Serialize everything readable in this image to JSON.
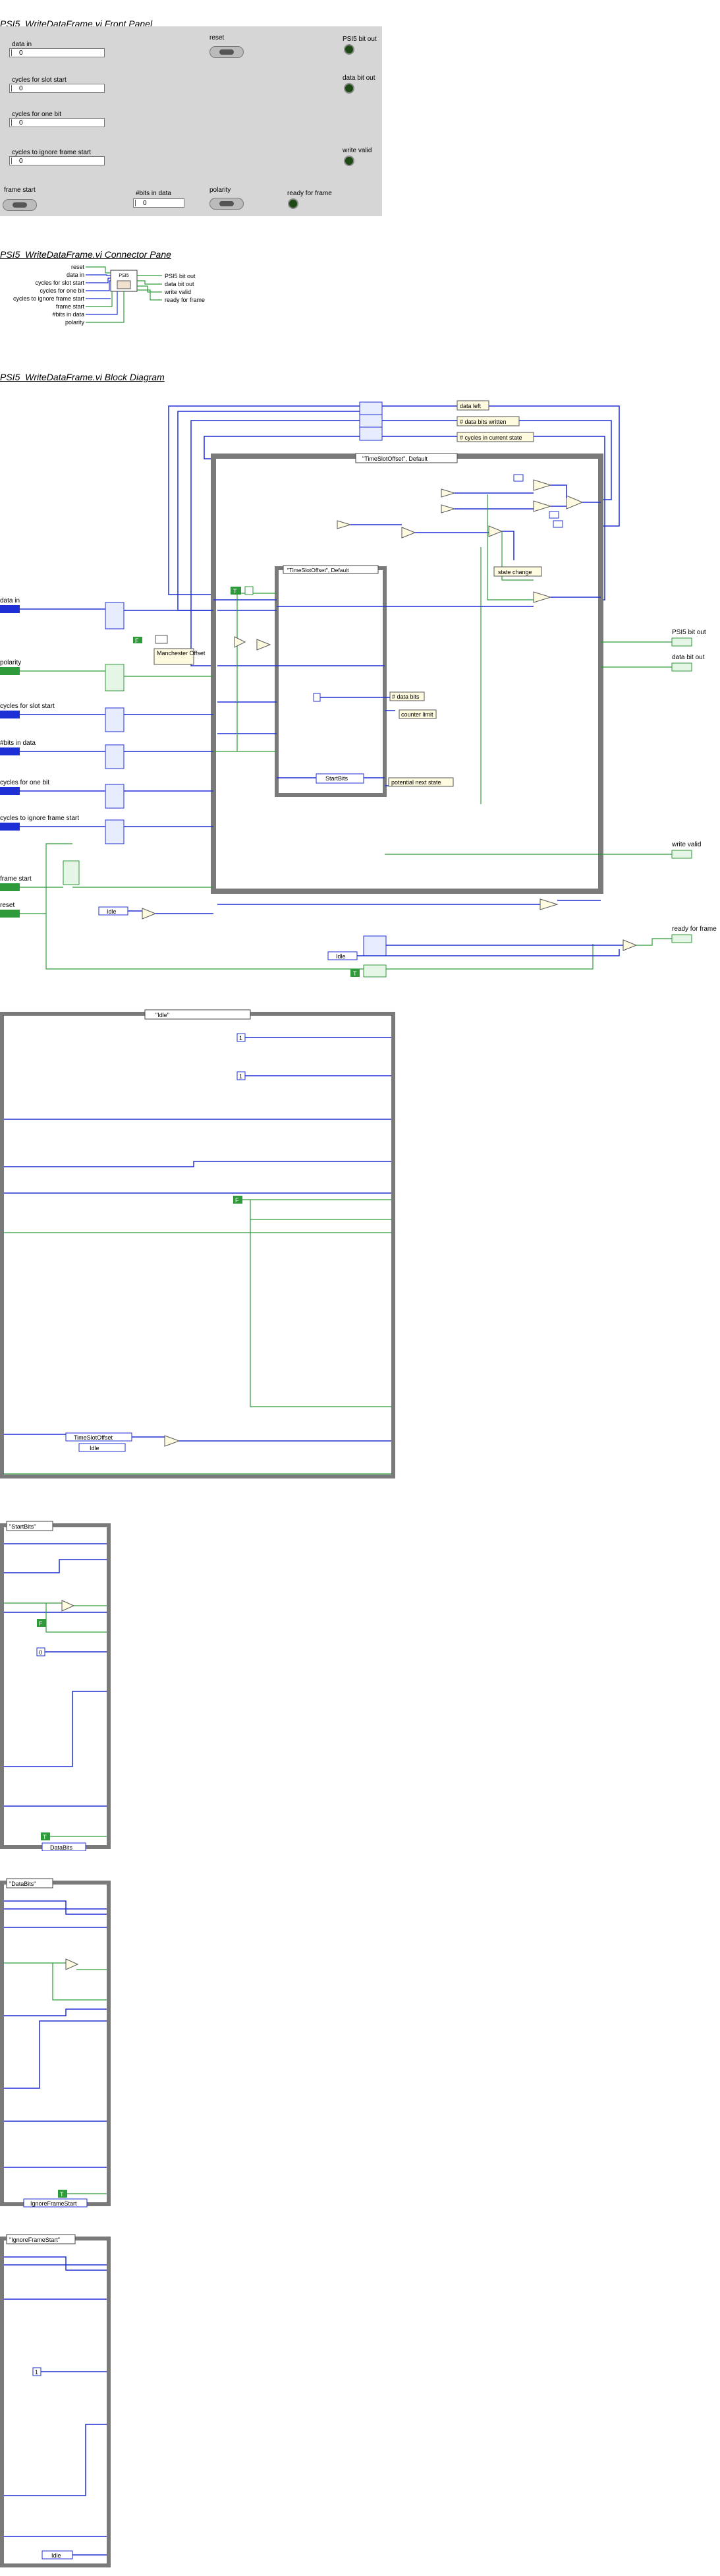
{
  "headings": {
    "front_panel": "PSI5_WriteDataFrame.vi Front Panel",
    "connector": "PSI5_WriteDataFrame.vi Connector Pane",
    "block": "PSI5_WriteDataFrame.vi Block Diagram"
  },
  "front_panel": {
    "data_in_label": "data in",
    "data_in_value": "0",
    "slot_start_label": "cycles for slot start",
    "slot_start_value": "0",
    "one_bit_label": "cycles for one bit",
    "one_bit_value": "0",
    "ignore_label": "cycles to ignore frame start",
    "ignore_value": "0",
    "reset_label": "reset",
    "bit_out_label": "PSI5 bit out",
    "data_bit_out_label": "data bit out",
    "write_valid_label": "write valid",
    "frame_start_label": "frame start",
    "nbits_label": "#bits in data",
    "nbits_value": "0",
    "polarity_label": "polarity",
    "ready_label": "ready for frame"
  },
  "connector": {
    "inputs": [
      "reset",
      "data in",
      "cycles for slot start",
      "cycles for one bit",
      "cycles to ignore frame start",
      "frame start",
      "#bits in data",
      "polarity"
    ],
    "outputs": [
      "PSI5 bit out",
      "data bit out",
      "write valid",
      "ready for frame"
    ]
  },
  "block": {
    "ctl_data_in": "data in",
    "ctl_polarity": "polarity",
    "ctl_slot_start": "cycles for slot start",
    "ctl_nbits": "#bits in data",
    "ctl_one_bit": "cycles for one bit",
    "ctl_ignore": "cycles to ignore frame start",
    "ctl_frame_start": "frame start",
    "ctl_reset": "reset",
    "ind_bit_out": "PSI5 bit out",
    "ind_data_bit_out": "data bit out",
    "ind_write_valid": "write valid",
    "ind_ready": "ready for frame",
    "sr_data_left": "data left",
    "sr_bits_written": "# data bits written",
    "sr_cycles_state": "# cycles in current state",
    "outer_case": "\"TimeSlotOffset\", Default",
    "inner_case": "\"TimeSlotOffset\", Default",
    "manchester": "Manchester Offset",
    "state_change": "state change",
    "num_data_bits": "# data bits",
    "counter_limit": "counter limit",
    "potential_next_state": "potential next state",
    "enum_startbits": "StartBits",
    "enum_idle": "Idle",
    "const_t": "T",
    "const_f": "F"
  },
  "subcases": {
    "idle_title": "\"Idle\"",
    "idle_enum1": "TimeSlotOffset",
    "idle_enum2": "Idle",
    "startbits_title": "\"StartBits\"",
    "startbits_enum": "DataBits",
    "databits_title": "\"DataBits\"",
    "databits_enum": "IgnoreFrameStart",
    "ignore_title": "\"IgnoreFrameStart\"",
    "ignore_enum": "Idle",
    "const_t": "T",
    "const_f": "F",
    "const_0": "0",
    "const_1": "1"
  },
  "colors": {
    "wire_numeric": "#1f2fd6",
    "wire_boolean": "#2e9a3a",
    "panel_bg": "#d6d6d6",
    "case_border": "#7a7a7a"
  }
}
